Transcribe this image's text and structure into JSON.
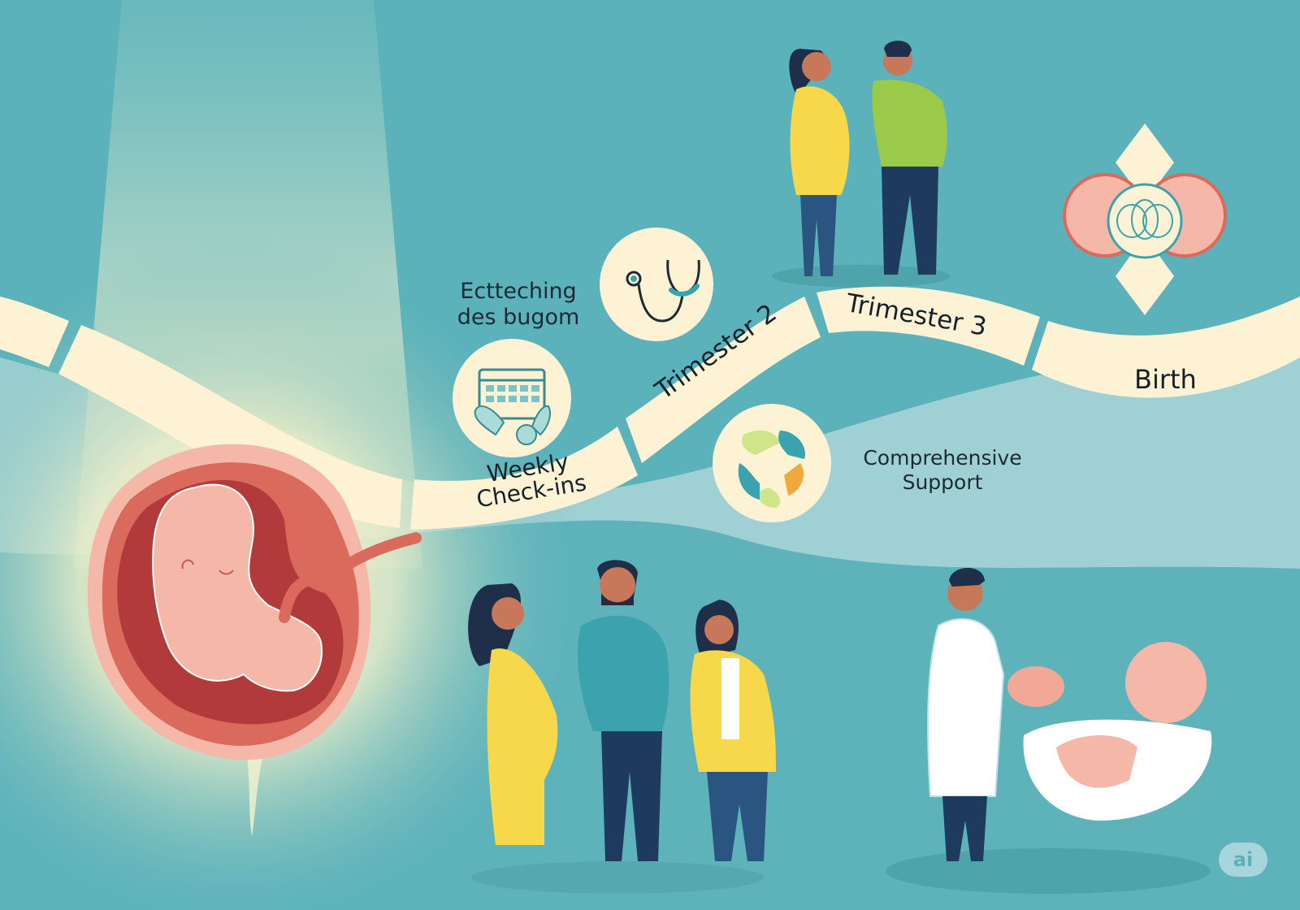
{
  "infographic": {
    "topic": "Pregnancy journey timeline",
    "colors": {
      "background": "#5bb2ba",
      "path": "#fdf3d4",
      "text": "#14212b",
      "womb_dark": "#b23a3a",
      "womb_mid": "#d96a5c",
      "womb_light": "#f5b8a8",
      "yellow": "#f6d84a",
      "green": "#9bc94a",
      "navy": "#1f3a5f",
      "badge": "#a6d6db"
    },
    "timeline": {
      "stages": [
        {
          "label": "Weekly\nCheck-ins",
          "line1": "Weekly",
          "line2": "Check-ins"
        },
        {
          "label": "Trimester 2"
        },
        {
          "label": "Trimester 3"
        },
        {
          "label": "Birth"
        }
      ]
    },
    "callouts": {
      "top_text_line1": "Ectteching",
      "top_text_line2": "des bugom",
      "support_line1": "Comprehensive",
      "support_line2": "Support"
    },
    "icons": [
      {
        "name": "stethoscope-icon"
      },
      {
        "name": "calendar-hands-icon"
      },
      {
        "name": "joined-hands-circle-icon"
      },
      {
        "name": "birth-symbol-icon"
      }
    ],
    "illustrations": [
      {
        "name": "fetus-in-womb"
      },
      {
        "name": "expecting-couple"
      },
      {
        "name": "family-with-doctor"
      },
      {
        "name": "doctor-with-newborn"
      }
    ],
    "badge": {
      "label": "ai"
    }
  }
}
